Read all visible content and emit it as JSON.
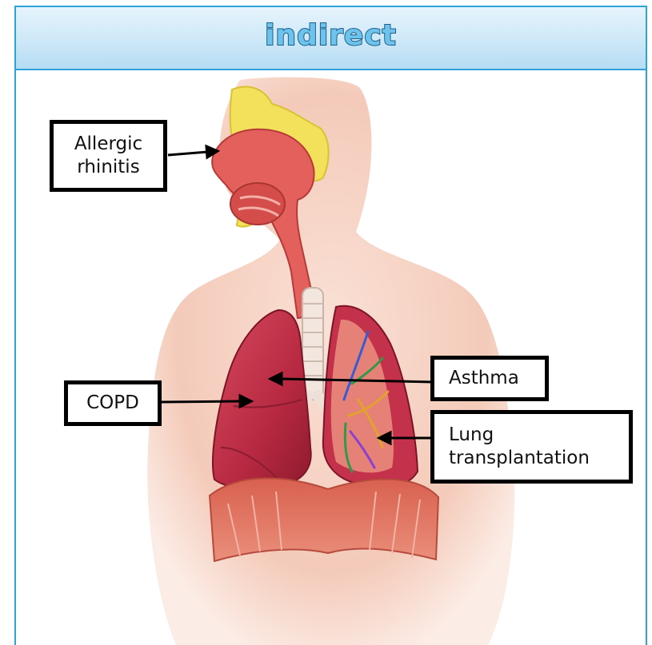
{
  "header": {
    "title": "indirect"
  },
  "labels": {
    "allergic_rhinitis": "Allergic rhinitis",
    "asthma": "Asthma",
    "copd": "COPD",
    "lung_transplantation": "Lung transplantation"
  },
  "icons": {
    "figure": "human-respiratory-system-illustration",
    "pointer": "arrow-icon"
  },
  "colors": {
    "accent_border": "#2ea3da",
    "header_text": "#6ec3ec",
    "lung": "#c3324a",
    "airway": "#e4605c",
    "sinus": "#f3e15c",
    "skin": "#f4c7b3"
  }
}
